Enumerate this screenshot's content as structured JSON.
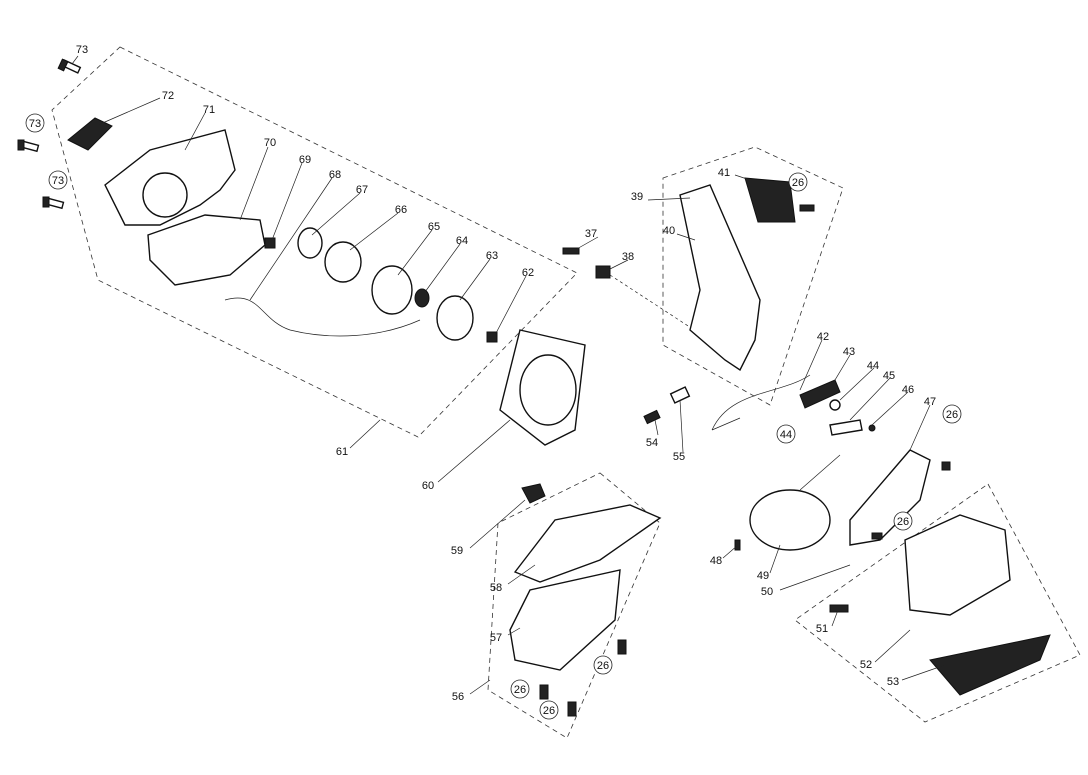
{
  "diagram": {
    "type": "exploded-parts-view",
    "part_labels": {
      "p73a": "73",
      "p73b": "73",
      "p73c": "73",
      "p72": "72",
      "p71": "71",
      "p70": "70",
      "p69": "69",
      "p68": "68",
      "p67": "67",
      "p66": "66",
      "p65": "65",
      "p64": "64",
      "p63": "63",
      "p62": "62",
      "p61": "61",
      "p60": "60",
      "p59": "59",
      "p58": "58",
      "p57": "57",
      "p56": "56",
      "p26a": "26",
      "p26b": "26",
      "p26c": "26",
      "p26d": "26",
      "p26e": "26",
      "p26f": "26",
      "p55": "55",
      "p54": "54",
      "p53": "53",
      "p52": "52",
      "p51": "51",
      "p50": "50",
      "p49": "49",
      "p48": "48",
      "p47": "47",
      "p46": "46",
      "p45": "45",
      "p44a": "44",
      "p44b": "44",
      "p43": "43",
      "p42": "42",
      "p41": "41",
      "p40": "40",
      "p39": "39",
      "p38": "38",
      "p37": "37"
    }
  }
}
